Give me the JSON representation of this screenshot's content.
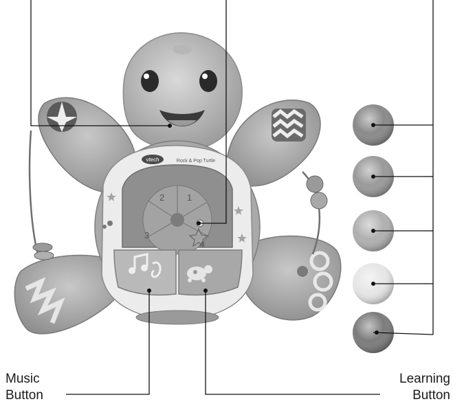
{
  "labels": {
    "music_button": [
      "Music",
      "Button"
    ],
    "learning_button": [
      "Learning",
      "Button"
    ]
  },
  "toy": {
    "brand_badge": "vtech",
    "name_plate": "Rock & Pop Turtle",
    "wheel_numbers": [
      "1",
      "2",
      "3",
      "4"
    ]
  },
  "balls": [
    {
      "name": "ball-1",
      "color": "#8a8a8a"
    },
    {
      "name": "ball-2",
      "color": "#9a9a9a"
    },
    {
      "name": "ball-3",
      "color": "#b0b0b0"
    },
    {
      "name": "ball-4",
      "color": "#e6e6e6"
    },
    {
      "name": "ball-5",
      "color": "#7c7c7c"
    }
  ],
  "colors": {
    "shell": "#a9a9a9",
    "shell_dark": "#8d8d8d",
    "face": "#c6c6c6",
    "panel": "#ececec",
    "button_left": "#b9b9b9",
    "button_right": "#a8a8a8",
    "leader_line": "#111111"
  }
}
